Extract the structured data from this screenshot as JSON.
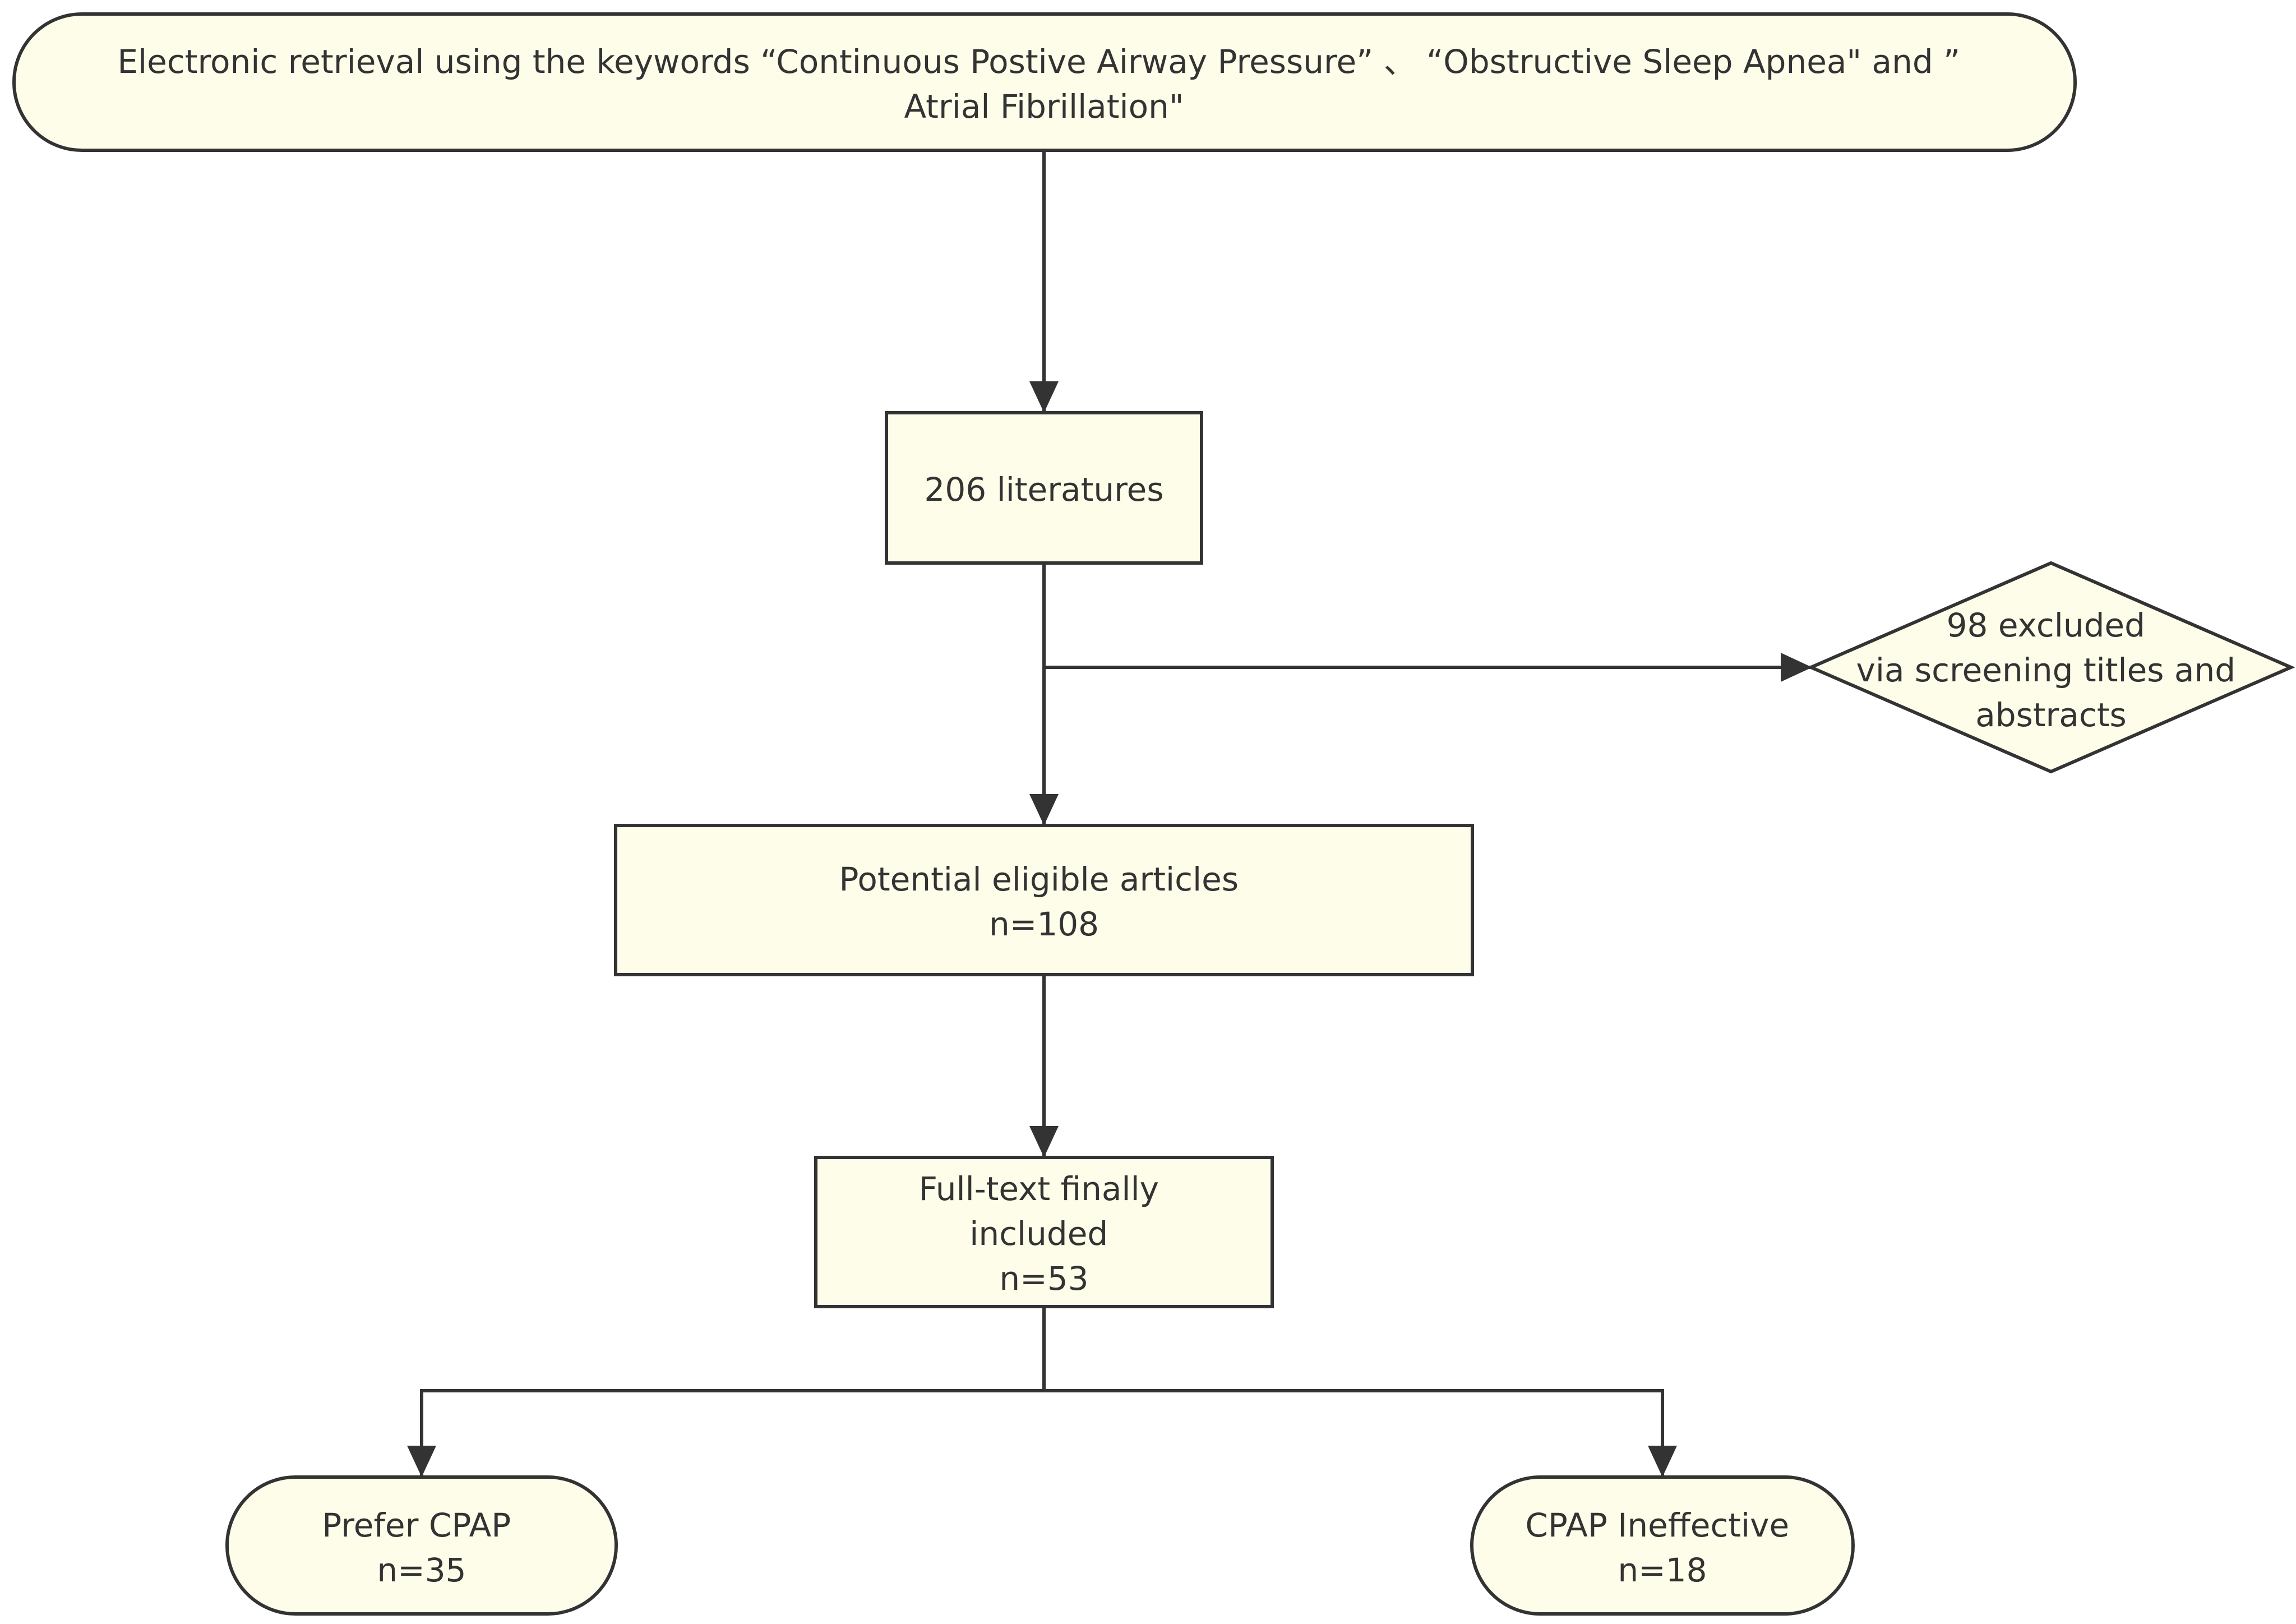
{
  "nodes": {
    "start": {
      "lines": [
        "Electronic retrieval using the keywords “Continuous Postive Airway Pressure” 、 “Obstructive Sleep Apnea\" and ”",
        "Atrial Fibrillation\""
      ]
    },
    "literatures": {
      "lines": [
        "206 literatures"
      ]
    },
    "excluded": {
      "lines": [
        "98 excluded",
        "via screening titles and",
        "abstracts"
      ]
    },
    "eligible": {
      "lines": [
        "Potential eligible articles",
        "n=108"
      ]
    },
    "included": {
      "lines": [
        "Full-text finally",
        "included",
        "n=53"
      ]
    },
    "prefer": {
      "lines": [
        "Prefer CPAP",
        "n=35"
      ]
    },
    "ineffective": {
      "lines": [
        "CPAP Ineffective",
        "n=18"
      ]
    }
  },
  "colors": {
    "node_fill": "#fdfdea",
    "stroke": "#333333",
    "text": "#333333"
  }
}
